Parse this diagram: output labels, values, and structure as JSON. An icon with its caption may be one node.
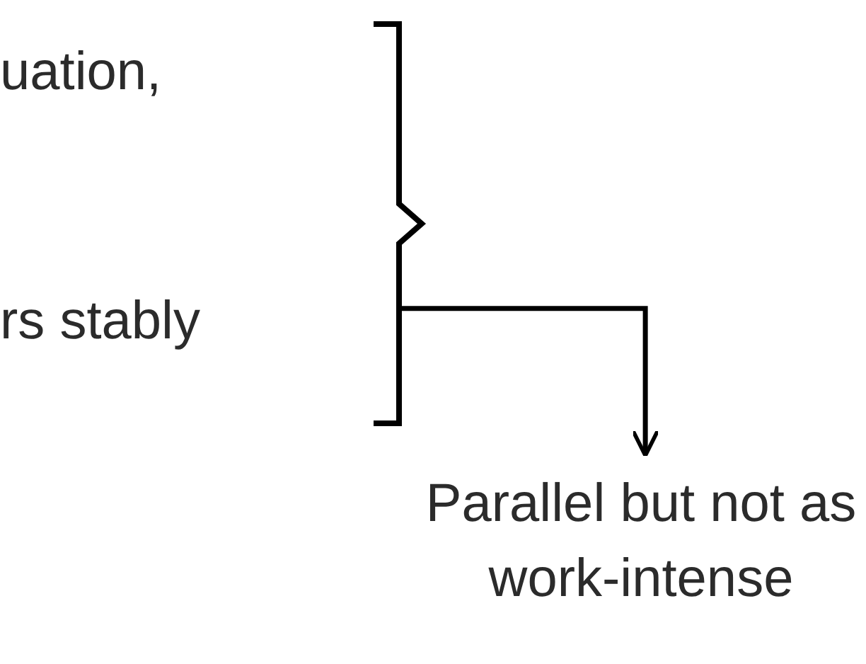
{
  "diagram": {
    "nodes": [
      {
        "text": [
          "uation,"
        ]
      },
      {
        "text": [
          "rs stably"
        ]
      },
      {
        "text": [],
        "shape": "brace"
      },
      {
        "text": [
          "Parallel but not as work-intense"
        ]
      }
    ],
    "edges": [
      {
        "from": 2,
        "to": 3,
        "arrow": "to"
      }
    ]
  }
}
